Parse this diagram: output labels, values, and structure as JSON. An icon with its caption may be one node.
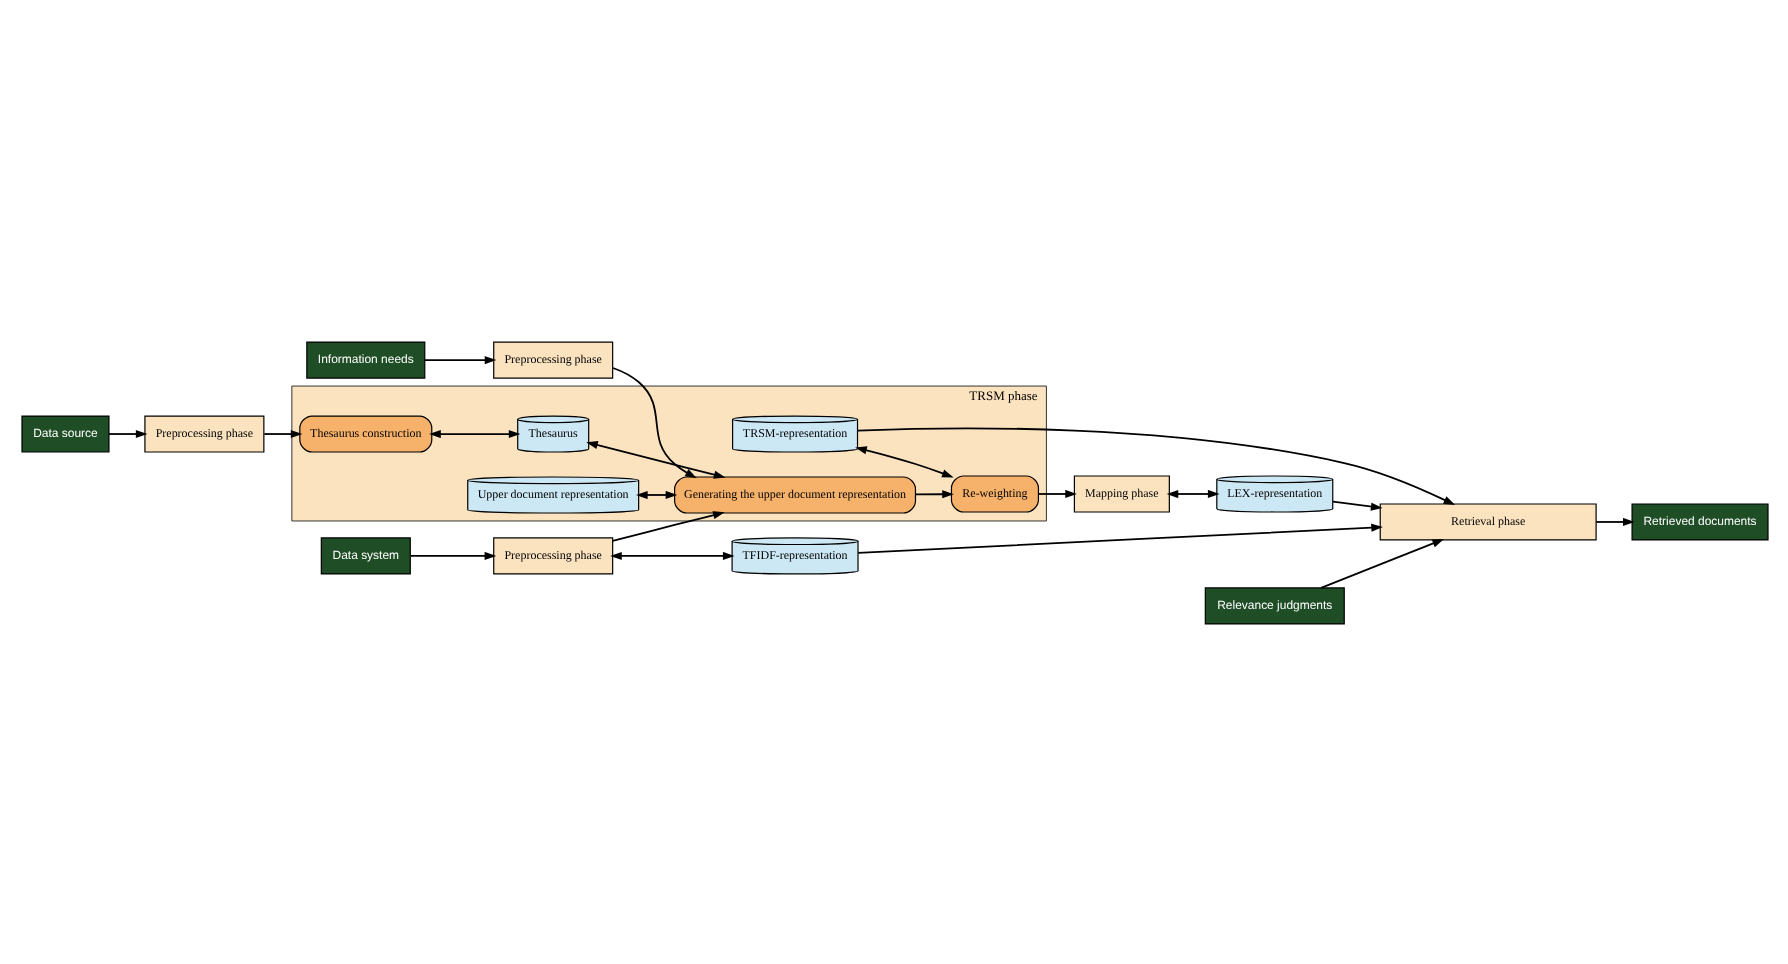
{
  "diagram": {
    "nodes": [
      {
        "text": [
          "Data source"
        ]
      },
      {
        "text": [
          "Preprocessing phase"
        ]
      },
      {
        "text": [
          "TRSM phase"
        ]
      },
      {
        "text": [
          "Thesaurus construction"
        ],
        "in": 2
      },
      {
        "text": [
          "Thesaurus"
        ],
        "in": 2
      },
      {
        "text": [
          "Upper document representation"
        ],
        "in": 2
      },
      {
        "text": [
          "Information needs"
        ]
      },
      {
        "text": [
          "Preprocessing phase"
        ]
      },
      {
        "text": [
          "Data system"
        ]
      },
      {
        "text": [
          "Preprocessing phase"
        ]
      },
      {
        "text": [
          "Generating the upper document representation"
        ],
        "in": 2
      },
      {
        "text": [
          "TFIDF-representation"
        ]
      },
      {
        "text": [
          "TRSM-representation"
        ],
        "in": 2
      },
      {
        "text": [
          "Re-weighting"
        ],
        "in": 2
      },
      {
        "text": [
          "Mapping phase"
        ]
      },
      {
        "text": [
          "LEX-representation"
        ]
      },
      {
        "text": [
          "Relevance judgments"
        ]
      },
      {
        "text": [
          "Retrieval phase"
        ]
      },
      {
        "text": [
          "Retrieved documents"
        ]
      }
    ],
    "edges": [
      {
        "from": 0,
        "to": 1,
        "arrow": "to"
      },
      {
        "from": 1,
        "to": 3,
        "arrow": "to"
      },
      {
        "from": 3,
        "to": 4,
        "arrow": "both"
      },
      {
        "from": 4,
        "to": 10,
        "arrow": "both"
      },
      {
        "from": 5,
        "to": 10,
        "arrow": "both"
      },
      {
        "from": 6,
        "to": 7,
        "arrow": "to"
      },
      {
        "from": 7,
        "to": 10,
        "arrow": "to"
      },
      {
        "from": 8,
        "to": 9,
        "arrow": "to"
      },
      {
        "from": 9,
        "to": 10,
        "arrow": "to"
      },
      {
        "from": 9,
        "to": 11,
        "arrow": "both"
      },
      {
        "from": 10,
        "to": 13,
        "arrow": "to"
      },
      {
        "from": 12,
        "to": 13,
        "arrow": "both"
      },
      {
        "from": 13,
        "to": 14,
        "arrow": "to"
      },
      {
        "from": 14,
        "to": 15,
        "arrow": "both"
      },
      {
        "from": 11,
        "to": 17,
        "arrow": "to"
      },
      {
        "from": 12,
        "to": 17,
        "arrow": "to"
      },
      {
        "from": 15,
        "to": 17,
        "arrow": "to"
      },
      {
        "from": 16,
        "to": 17,
        "arrow": "to"
      },
      {
        "from": 17,
        "to": 18,
        "arrow": "to"
      }
    ]
  }
}
